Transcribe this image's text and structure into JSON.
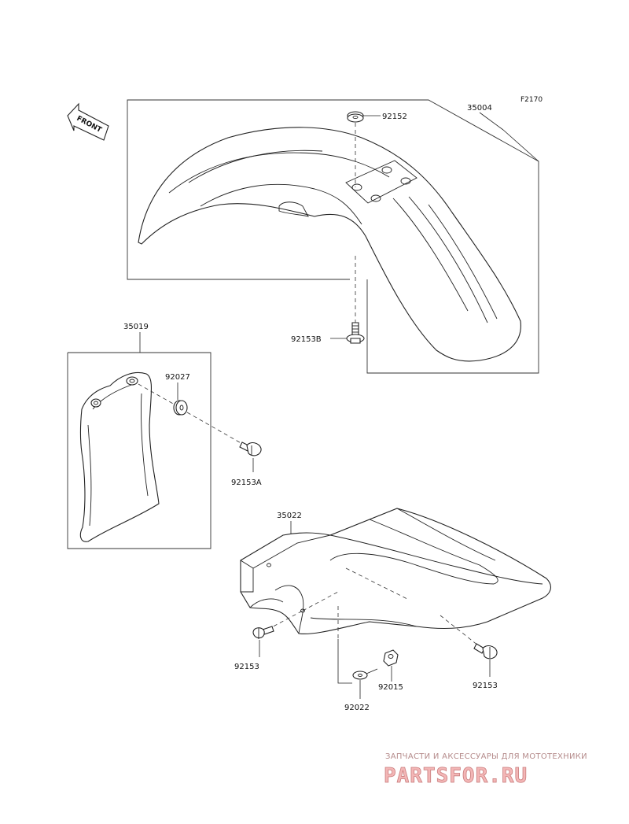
{
  "figure_code": "F2170",
  "front_arrow_label": "FRONT",
  "parts": {
    "front_fender": "35004",
    "fender_cover": "35019",
    "rear_fender": "35022",
    "washer_top": "92152",
    "bolt_front": "92153B",
    "washer_side": "92027",
    "bolt_side": "92153A",
    "bolt_rear_left": "92153",
    "bolt_rear_right": "92153",
    "nut_rear": "92015",
    "washer_rear": "92022"
  },
  "watermark": {
    "text": "ЗАПЧАСТИ И АКСЕССУАРЫ ДЛЯ МОТОТЕХНИКИ",
    "logo": "PARTSFOR.RU"
  }
}
